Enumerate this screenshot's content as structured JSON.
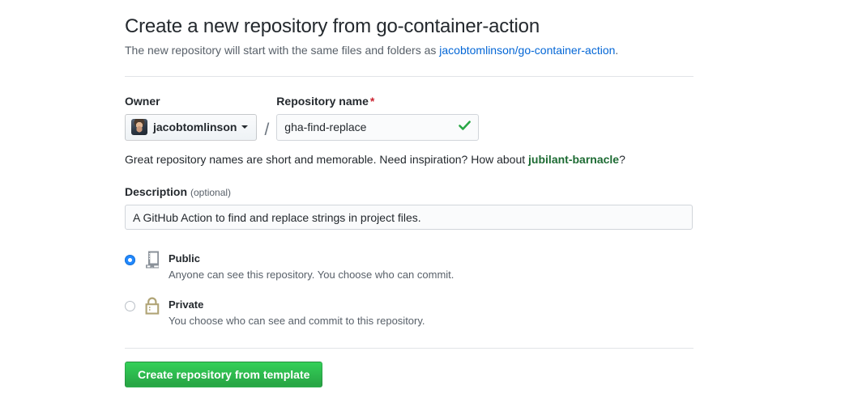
{
  "header": {
    "title": "Create a new repository from go-container-action",
    "subtitle_prefix": "The new repository will start with the same files and folders as ",
    "subtitle_link": "jacobtomlinson/go-container-action",
    "subtitle_suffix": "."
  },
  "owner": {
    "label": "Owner",
    "value": "jacobtomlinson",
    "avatar_icon": "user-avatar-photo",
    "caret_icon": "caret-down-icon"
  },
  "separator": "/",
  "repo_name": {
    "label": "Repository name",
    "required_marker": "*",
    "value": "gha-find-replace",
    "placeholder": "",
    "valid_icon": "check-icon",
    "valid_color": "#28a745"
  },
  "hint": {
    "prefix": "Great repository names are short and memorable. Need inspiration? How about ",
    "suggestion": "jubilant-barnacle",
    "suffix": "?"
  },
  "description": {
    "label": "Description",
    "optional_note": "(optional)",
    "value": "A GitHub Action to find and replace strings in project files.",
    "placeholder": ""
  },
  "visibility": {
    "options": [
      {
        "id": "public",
        "title": "Public",
        "description": "Anyone can see this repository. You choose who can commit.",
        "selected": true,
        "icon": "repo-book-icon",
        "icon_color": "#8a9199"
      },
      {
        "id": "private",
        "title": "Private",
        "description": "You choose who can see and commit to this repository.",
        "selected": false,
        "icon": "lock-icon",
        "icon_color": "#b0a476"
      }
    ]
  },
  "submit": {
    "label": "Create repository from template",
    "color": "#2ebc4f"
  },
  "colors": {
    "link": "#0366d6",
    "required": "#cb2431",
    "suggestion": "#1d6b33",
    "radio_selected": "#2188ff"
  }
}
